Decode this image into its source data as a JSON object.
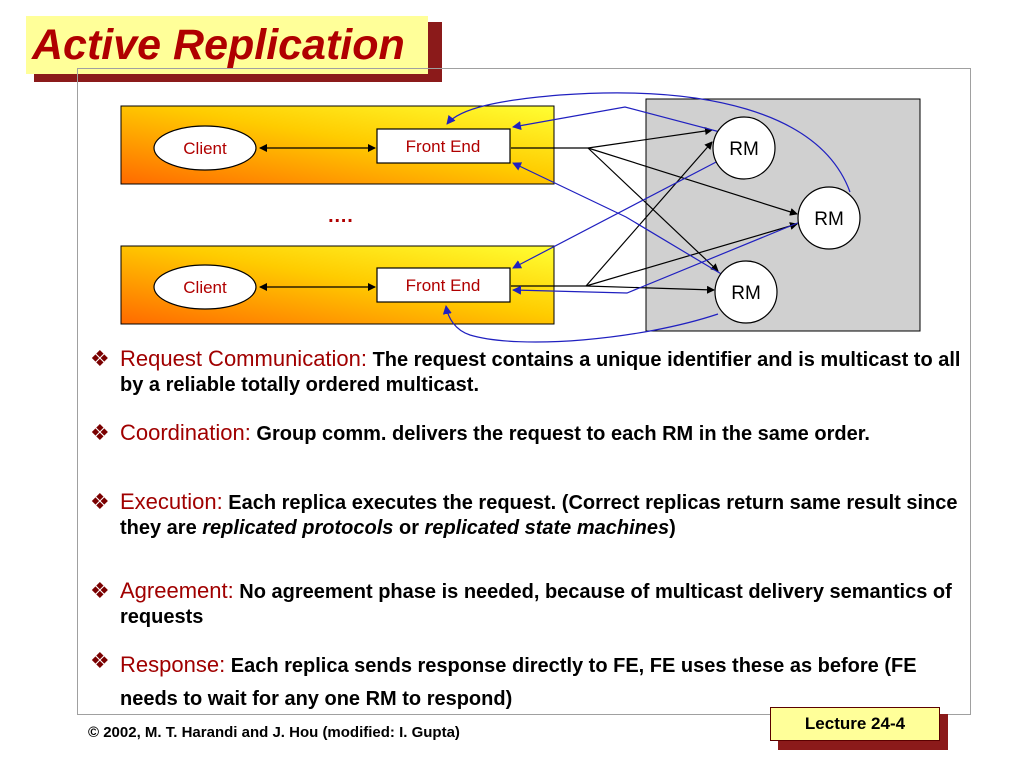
{
  "title": "Active Replication",
  "diagram": {
    "client_label": "Client",
    "front_end_label": "Front End",
    "ellipsis": "….",
    "rm_label": "RM"
  },
  "bullets": [
    {
      "head": "Request Communication:",
      "text1": " The request contains a unique identifier and is multicast to all by a reliable totally ordered multicast."
    },
    {
      "head": "Coordination:",
      "text1": " Group comm. delivers the request to each RM in the same order."
    },
    {
      "head": "Execution:",
      "text1": " Each replica executes the request.  (Correct replicas return same result since they are ",
      "em1": "replicated protocols",
      "text2": " or ",
      "em2": "replicated state machines",
      "text3": ")"
    },
    {
      "head": "Agreement:",
      "text1": " No agreement phase is needed, because of multicast delivery semantics of requests"
    },
    {
      "head": "Response:",
      "text1": " Each replica sends response directly to FE, FE uses these as before (FE needs to wait for any one RM to respond)"
    }
  ],
  "footer": "© 2002, M. T. Harandi and J. Hou (modified: I. Gupta)",
  "lecture_label": "Lecture 24-4",
  "colors": {
    "title_text": "#b00000",
    "title_bg": "#ffff99",
    "shadow": "#8b1a1a",
    "reply_arrows": "#2020c0",
    "rm_area": "#d0d0d0"
  }
}
